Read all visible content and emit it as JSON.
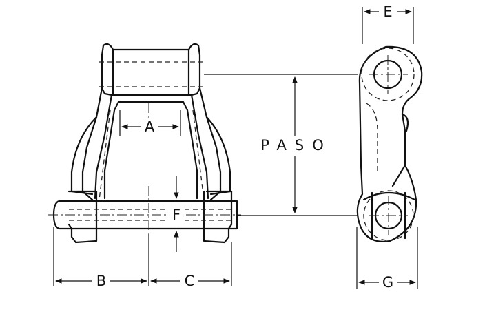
{
  "labels": {
    "A": "A",
    "B": "B",
    "C": "C",
    "E": "E",
    "F": "F",
    "G": "G",
    "paso": "PASO"
  }
}
